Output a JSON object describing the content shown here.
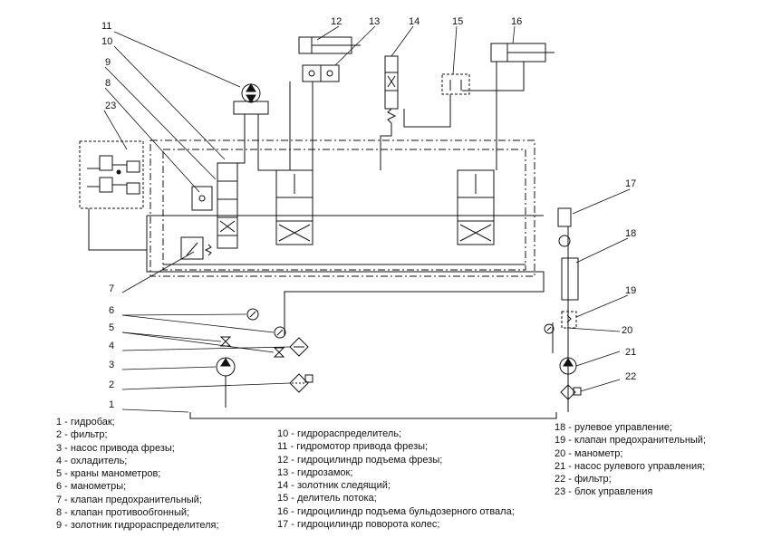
{
  "callouts": [
    "11",
    "10",
    "9",
    "8",
    "23",
    "12",
    "13",
    "14",
    "15",
    "16",
    "17",
    "18",
    "19",
    "20",
    "21",
    "22",
    "7",
    "6",
    "5",
    "4",
    "3",
    "2",
    "1"
  ],
  "legend": {
    "col1": [
      "1 - гидробак;",
      "2 - фильтр;",
      "3 - насос привода фрезы;",
      "4 - охладитель;",
      "5 - краны манометров;",
      "6 - манометры;",
      "7 - клапан предохранительный;",
      "8 - клапан противообгонный;",
      "9 - золотник гидрораспределителя;"
    ],
    "col2": [
      "10 - гидрораспределитель;",
      "11 - гидромотор привода фрезы;",
      "12 - гидроцилиндр подъема фрезы;",
      "13 - гидрозамок;",
      "14 - золотник следящий;",
      "15 - делитель потока;",
      "16 - гидроцилиндр подъема бульдозерного отвала;",
      "17 - гидроцилиндр поворота колес;"
    ],
    "col3": [
      "18 - рулевое управление;",
      "19 - клапан предохранительный;",
      "20 - манометр;",
      "21 - насос рулевого управления;",
      "22 - фильтр;",
      "23 - блок управления"
    ]
  }
}
